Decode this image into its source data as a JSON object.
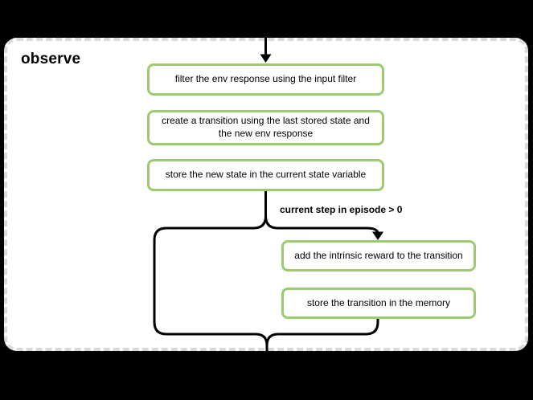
{
  "diagram": {
    "title": "observe",
    "nodes": [
      {
        "id": "filter-env-response",
        "label": "filter the env response using the input filter"
      },
      {
        "id": "create-transition",
        "label": "create a transition using the last stored state and the new env response"
      },
      {
        "id": "store-new-state",
        "label": "store the new state in the current state variable"
      },
      {
        "id": "add-intrinsic-reward",
        "label": "add the intrinsic reward to the transition"
      },
      {
        "id": "store-transition",
        "label": "store the transition in the memory"
      }
    ],
    "condition_label": "current step in episode > 0",
    "colors": {
      "background": "#000000",
      "panel_fill": "#ffffff",
      "panel_border": "#d9d9d9",
      "node_border": "#9bcb6e",
      "edge": "#000000",
      "text": "#000000"
    }
  }
}
